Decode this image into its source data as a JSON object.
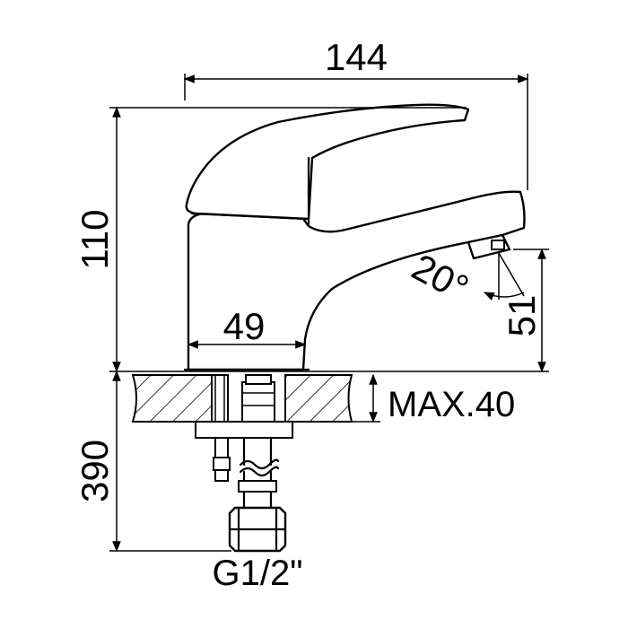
{
  "dimensions": {
    "total_width": "144",
    "height": "110",
    "base_width": "49",
    "spout_angle": "20°",
    "spout_drop": "51",
    "max_deck_thickness": "MAX.40",
    "hose_length": "390"
  },
  "connection": {
    "thread": "G1/2\""
  }
}
